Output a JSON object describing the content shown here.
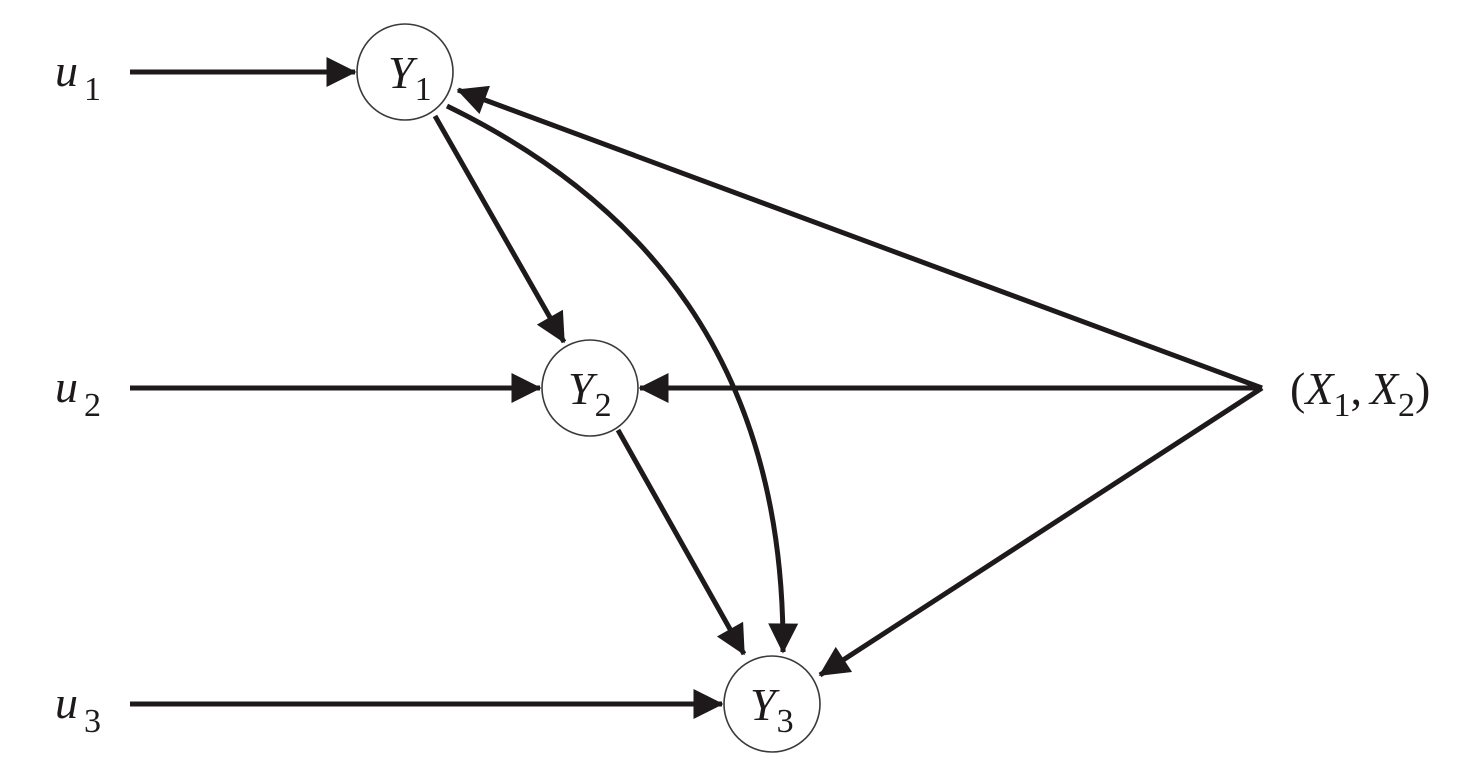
{
  "diagram": {
    "type": "path-diagram",
    "stroke_color": "#1e1a1b",
    "nodes": [
      {
        "id": "Y1",
        "base": "Y",
        "sub": "1"
      },
      {
        "id": "Y2",
        "base": "Y",
        "sub": "2"
      },
      {
        "id": "Y3",
        "base": "Y",
        "sub": "3"
      }
    ],
    "inputs": [
      {
        "id": "u1",
        "base": "u",
        "sub": "1",
        "target": "Y1"
      },
      {
        "id": "u2",
        "base": "u",
        "sub": "2",
        "target": "Y2"
      },
      {
        "id": "u3",
        "base": "u",
        "sub": "3",
        "target": "Y3"
      }
    ],
    "exogenous": {
      "id": "X",
      "open": "(",
      "x1_base": "X",
      "x1_sub": "1",
      "comma": ",",
      "x2_base": "X",
      "x2_sub": "2",
      "close": ")",
      "targets": [
        "Y1",
        "Y2",
        "Y3"
      ]
    },
    "edges": [
      {
        "from": "u1",
        "to": "Y1"
      },
      {
        "from": "u2",
        "to": "Y2"
      },
      {
        "from": "u3",
        "to": "Y3"
      },
      {
        "from": "Y1",
        "to": "Y2"
      },
      {
        "from": "Y2",
        "to": "Y3"
      },
      {
        "from": "Y1",
        "to": "Y3",
        "curved": true
      },
      {
        "from": "X",
        "to": "Y1"
      },
      {
        "from": "X",
        "to": "Y2"
      },
      {
        "from": "X",
        "to": "Y3"
      }
    ]
  }
}
